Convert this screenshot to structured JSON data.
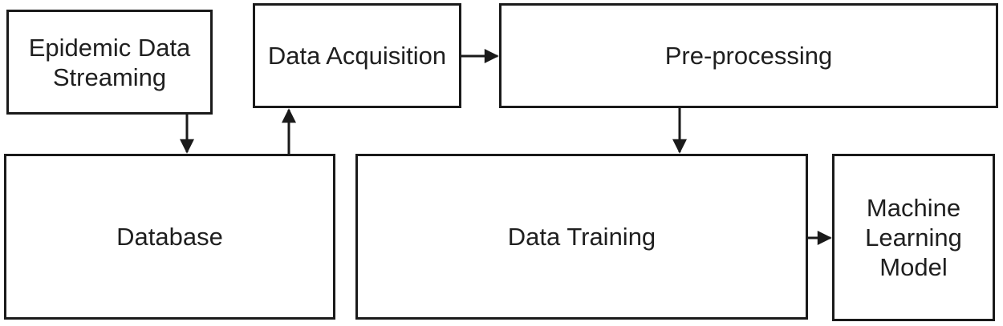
{
  "diagram": {
    "type": "flowchart",
    "background_color": "#ffffff",
    "stroke_color": "#1a1a1a",
    "text_color": "#1f1f1f",
    "nodes": [
      {
        "id": "epidemic-data-streaming",
        "label": "Epidemic Data\nStreaming"
      },
      {
        "id": "data-acquisition",
        "label": "Data Acquisition"
      },
      {
        "id": "pre-processing",
        "label": "Pre-processing"
      },
      {
        "id": "database",
        "label": "Database"
      },
      {
        "id": "data-training",
        "label": "Data Training"
      },
      {
        "id": "machine-learning-model",
        "label": "Machine\nLearning\nModel"
      }
    ],
    "edges": [
      {
        "from": "epidemic-data-streaming",
        "to": "database",
        "direction": "down"
      },
      {
        "from": "database",
        "to": "data-acquisition",
        "direction": "up"
      },
      {
        "from": "data-acquisition",
        "to": "pre-processing",
        "direction": "right"
      },
      {
        "from": "pre-processing",
        "to": "data-training",
        "direction": "down"
      },
      {
        "from": "data-training",
        "to": "machine-learning-model",
        "direction": "right"
      }
    ]
  }
}
